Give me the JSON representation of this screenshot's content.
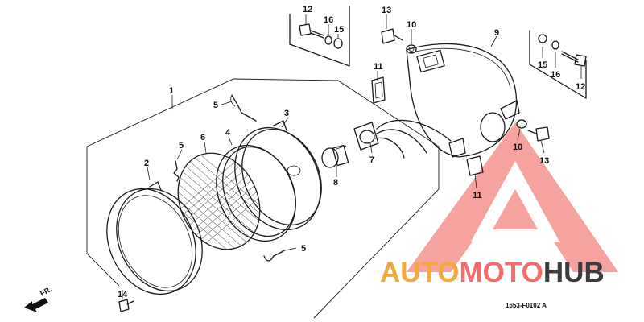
{
  "part_numbers": {
    "frame": "1",
    "rim_ring": "2",
    "mount_ring": "3",
    "inner_ring": "4",
    "spring_upper": "5",
    "spring_left": "5",
    "spring_lower": "5",
    "lens": "6",
    "socket": "7",
    "bulb": "8",
    "case": "9",
    "nut_top": "10",
    "nut_right": "10",
    "clip_top": "11",
    "clip_right": "11",
    "bolt_left": "12",
    "bolt_right": "12",
    "screw_top": "13",
    "screw_right": "13",
    "screw_bottom": "14",
    "washer_left": "15",
    "washer_right": "15",
    "spacer_left": "16",
    "spacer_right": "16"
  },
  "direction_label": "FR.",
  "drawing_code": "1653-F0102 A",
  "watermark": {
    "word1": "AUTO",
    "word2": "MOTO",
    "word3": "HUB",
    "color_orange": "#f3a73c",
    "color_red": "#f26d6a",
    "color_gray": "#3c3c3c"
  }
}
